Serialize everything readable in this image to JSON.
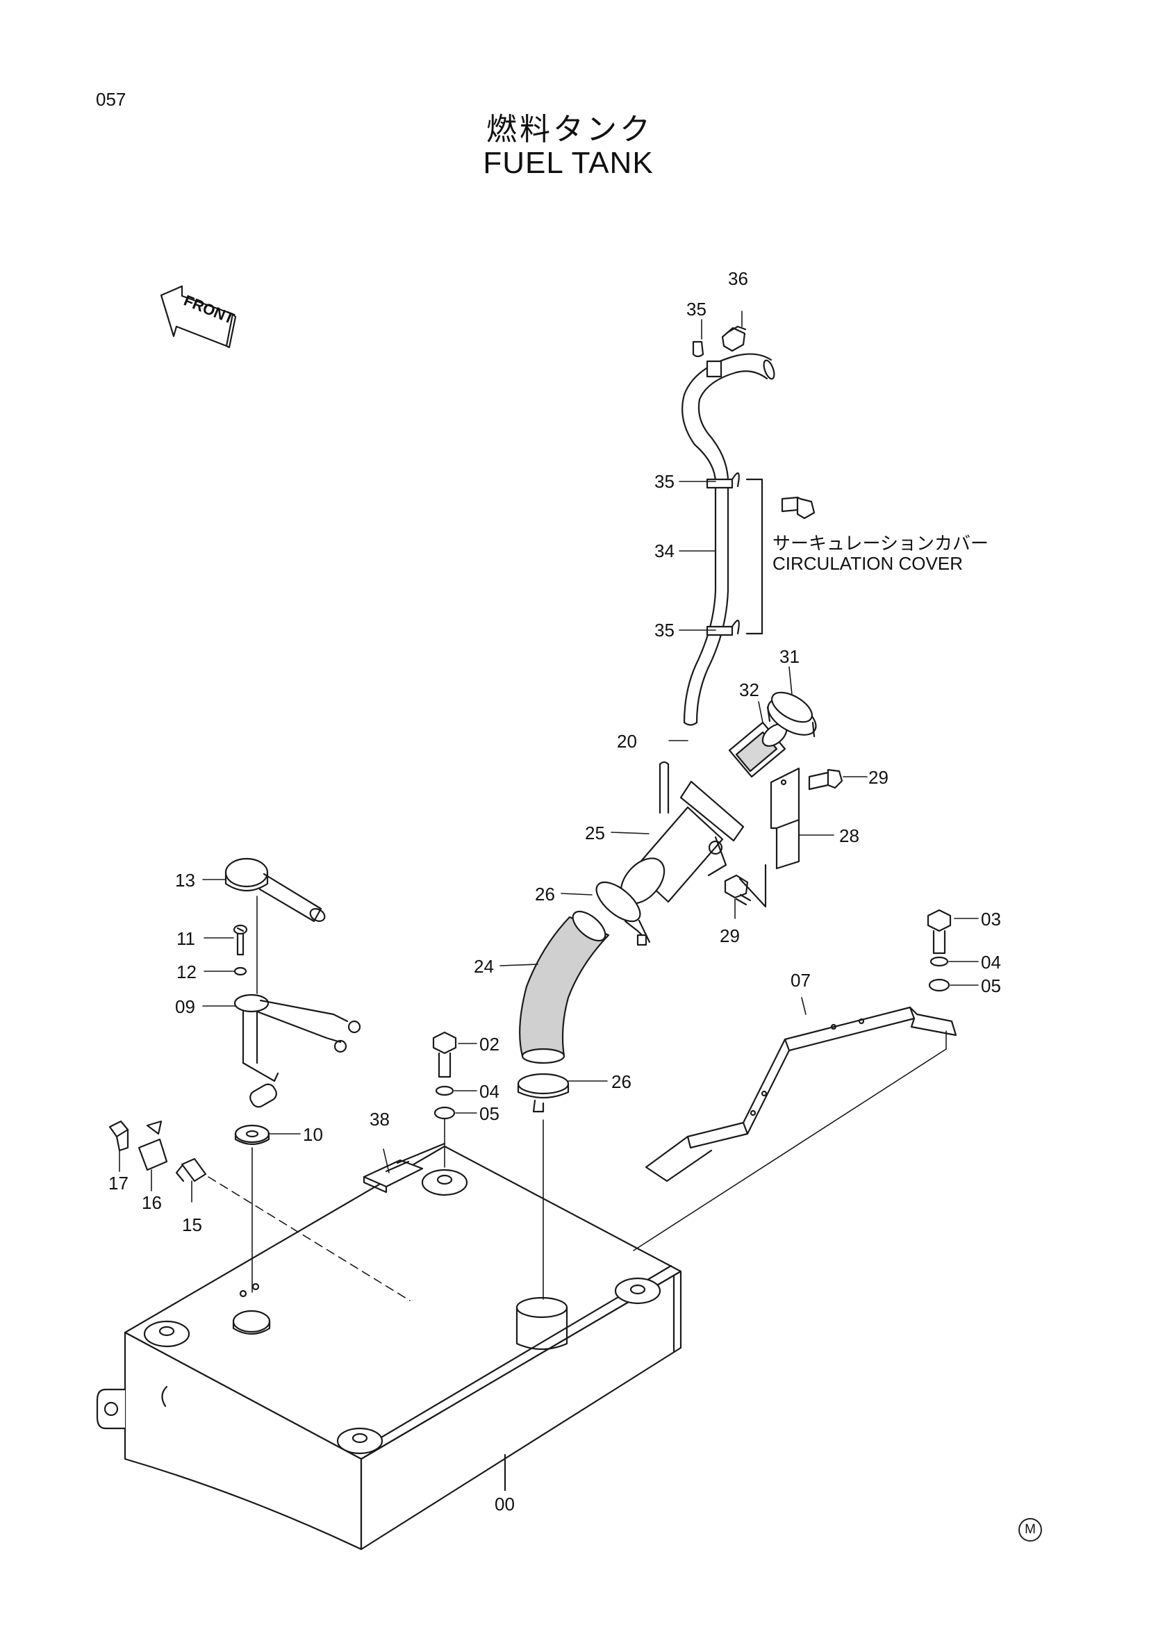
{
  "page": {
    "number": "057"
  },
  "title": {
    "japanese": "燃料タンク",
    "english": "FUEL TANK"
  },
  "front_arrow_label": "FRONT",
  "notes": {
    "circulation_cover_jp": "サーキュレーションカバー",
    "circulation_cover_en": "CIRCULATION COVER"
  },
  "callouts": {
    "c36": "36",
    "c35a": "35",
    "c35b": "35",
    "c35c": "35",
    "c34": "34",
    "c31": "31",
    "c32": "32",
    "c20": "20",
    "c29a": "29",
    "c28": "28",
    "c25": "25",
    "c26a": "26",
    "c29b": "29",
    "c24": "24",
    "c13": "13",
    "c11": "11",
    "c12": "12",
    "c09": "09",
    "c03": "03",
    "c04a": "04",
    "c05a": "05",
    "c07": "07",
    "c02": "02",
    "c04b": "04",
    "c05b": "05",
    "c26b": "26",
    "c38": "38",
    "c10": "10",
    "c17": "17",
    "c16": "16",
    "c15": "15",
    "c00": "00"
  },
  "footer_mark": "M"
}
